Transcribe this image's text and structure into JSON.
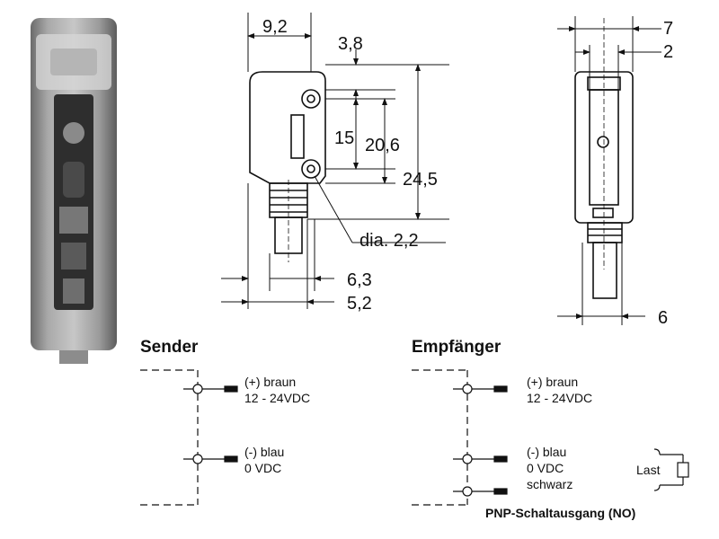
{
  "dimensions": {
    "side_width": "9,2",
    "top_offset": "3,8",
    "hole_spacing": "15",
    "hole_to_top": "20,6",
    "total_height": "24,5",
    "hole_dia": "dia. 2,2",
    "cable_w1": "6,3",
    "cable_w2": "5,2",
    "front_w": "7",
    "front_offset": "2",
    "base_w": "6"
  },
  "sender": {
    "title": "Sender",
    "pins": [
      {
        "line1": "(+) braun",
        "line2": "12 - 24VDC"
      },
      {
        "line1": "(-) blau",
        "line2": "0 VDC"
      }
    ]
  },
  "receiver": {
    "title": "Empfänger",
    "pins": [
      {
        "line1": "(+) braun",
        "line2": "12 - 24VDC"
      },
      {
        "line1": "(-) blau",
        "line2": "0 VDC"
      },
      {
        "line1": "schwarz",
        "line2": ""
      }
    ],
    "load_label": "Last",
    "output_label": "PNP-Schaltausgang (NO)"
  }
}
